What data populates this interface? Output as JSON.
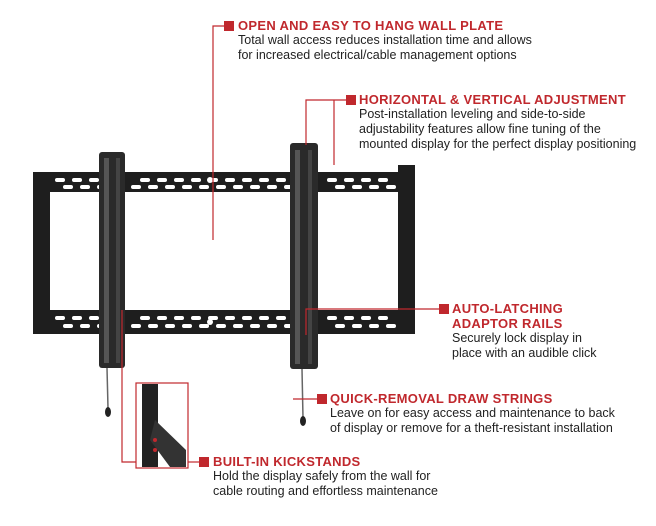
{
  "accent_color": "#c0282d",
  "callouts": [
    {
      "title": "OPEN AND EASY TO HANG WALL PLATE",
      "lines": [
        "Total wall access reduces installation time and allows",
        "for increased electrical/cable management options"
      ]
    },
    {
      "title": "HORIZONTAL & VERTICAL ADJUSTMENT",
      "lines": [
        "Post-installation leveling and side-to-side",
        "adjustability features allow fine tuning of the",
        "mounted display for the perfect display positioning"
      ]
    },
    {
      "title_lines": [
        "AUTO-LATCHING",
        "ADAPTOR RAILS"
      ],
      "lines": [
        "Securely lock display in",
        "place with an audible click"
      ]
    },
    {
      "title": "QUICK-REMOVAL DRAW STRINGS",
      "lines": [
        "Leave on for easy access and maintenance to back",
        "of display or remove for a theft-resistant installation"
      ]
    },
    {
      "title": "BUILT-IN KICKSTANDS",
      "lines": [
        "Hold the display safely from the wall for",
        "cable routing and effortless maintenance"
      ]
    }
  ]
}
